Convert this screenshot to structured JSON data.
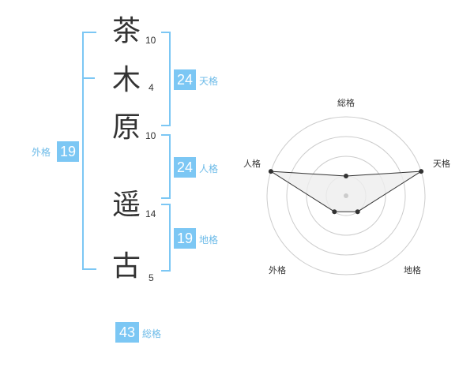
{
  "name": {
    "characters": [
      {
        "char": "茶",
        "strokes": "10"
      },
      {
        "char": "木",
        "strokes": "4"
      },
      {
        "char": "原",
        "strokes": "10"
      },
      {
        "char": "遥",
        "strokes": "14"
      },
      {
        "char": "古",
        "strokes": "5"
      }
    ]
  },
  "fortunes": {
    "tenkaku": {
      "label": "天格",
      "value": "24"
    },
    "jinkaku": {
      "label": "人格",
      "value": "24"
    },
    "chikaku": {
      "label": "地格",
      "value": "19"
    },
    "gaikaku": {
      "label": "外格",
      "value": "19"
    },
    "soukaku": {
      "label": "総格",
      "value": "43"
    }
  },
  "radar": {
    "axes": [
      "総格",
      "天格",
      "地格",
      "外格",
      "人格"
    ],
    "levels": 4,
    "values": [
      1,
      4,
      1,
      1,
      4
    ],
    "colors": {
      "ring": "#cccccc",
      "fill": "#eeeeee",
      "line": "#333333",
      "center": "#cccccc"
    }
  }
}
